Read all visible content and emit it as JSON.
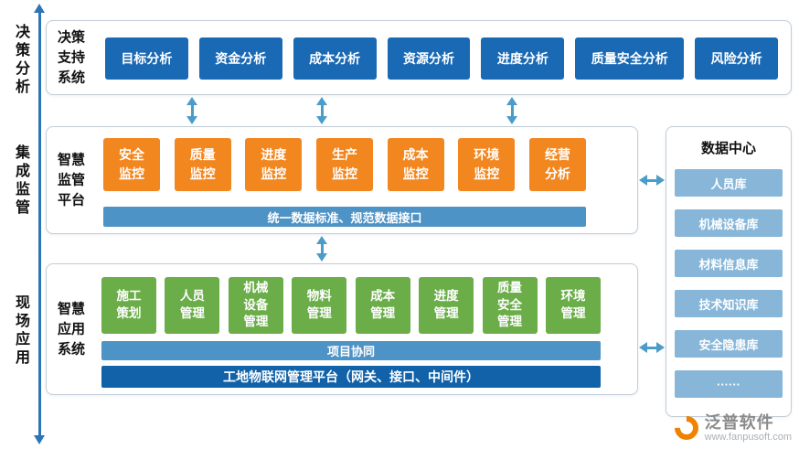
{
  "side_labels": {
    "decision": "决策分析",
    "supervision": "集成监管",
    "application": "现场应用"
  },
  "sections": {
    "decision": {
      "label": "决策\n支持\n系统",
      "items": [
        "目标分析",
        "资金分析",
        "成本分析",
        "资源分析",
        "进度分析",
        "质量安全分析",
        "风险分析"
      ]
    },
    "supervision": {
      "label": "智慧\n监管\n平台",
      "items": [
        "安全\n监控",
        "质量\n监控",
        "进度\n监控",
        "生产\n监控",
        "成本\n监控",
        "环境\n监控",
        "经营\n分析"
      ],
      "data_bar": "统一数据标准、规范数据接口"
    },
    "application": {
      "label": "智慧\n应用\n系统",
      "items": [
        "施工\n策划",
        "人员\n管理",
        "机械\n设备\n管理",
        "物料\n管理",
        "成本\n管理",
        "进度\n管理",
        "质量\n安全\n管理",
        "环境\n管理"
      ],
      "collab_bar": "项目协同",
      "iot_bar": "工地物联网管理平台（网关、接口、中间件）"
    }
  },
  "data_center": {
    "title": "数据中心",
    "items": [
      "人员库",
      "机械设备库",
      "材料信息库",
      "技术知识库",
      "安全隐患库",
      "······"
    ]
  },
  "watermark": {
    "brand": "泛普软件",
    "url": "www.fanpusoft.com"
  },
  "colors": {
    "analysis_blue": "#1a69b4",
    "monitor_orange": "#f2861f",
    "manage_green": "#6bad49",
    "bar_steel_blue": "#4e93c6",
    "bar_dark_blue": "#1162a8",
    "db_light_blue": "#87b6d8",
    "arrow_teal": "#4b9dc9",
    "spine_blue": "#2e75b6",
    "brand_orange": "#ef8200"
  }
}
